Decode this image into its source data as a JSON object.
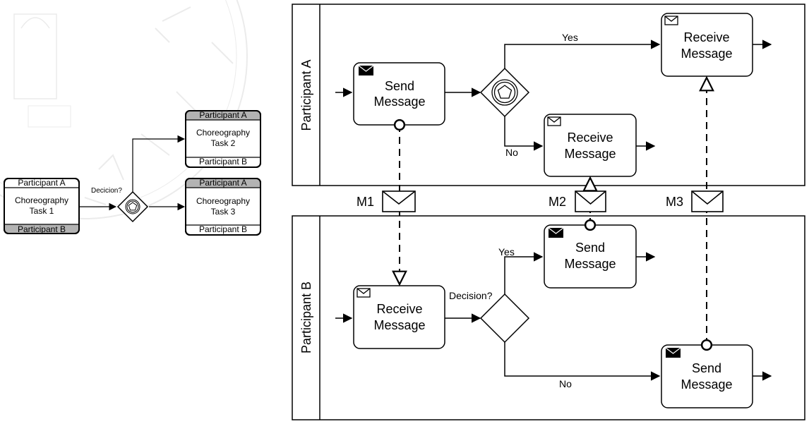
{
  "choreography": {
    "task1": {
      "top": "Participant A",
      "name_line1": "Choreography",
      "name_line2": "Task 1",
      "bottom": "Participant B"
    },
    "task2": {
      "top": "Participant A",
      "name_line1": "Choreography",
      "name_line2": "Task 2",
      "bottom": "Participant B"
    },
    "task3": {
      "top": "Participant A",
      "name_line1": "Choreography",
      "name_line2": "Task 3",
      "bottom": "Participant B"
    },
    "gateway_label": "Decicion?"
  },
  "collaboration": {
    "pool_a": {
      "label": "Participant A",
      "send": {
        "line1": "Send",
        "line2": "Message"
      },
      "receive_yes": {
        "line1": "Receive",
        "line2": "Message"
      },
      "receive_no": {
        "line1": "Receive",
        "line2": "Message"
      },
      "yes_label": "Yes",
      "no_label": "No"
    },
    "pool_b": {
      "label": "Participant B",
      "receive": {
        "line1": "Receive",
        "line2": "Message"
      },
      "send_yes": {
        "line1": "Send",
        "line2": "Message"
      },
      "send_no": {
        "line1": "Send",
        "line2": "Message"
      },
      "decision_label": "Decision?",
      "yes_label": "Yes",
      "no_label": "No"
    },
    "messages": {
      "m1": "M1",
      "m2": "M2",
      "m3": "M3"
    }
  },
  "colors": {
    "stroke": "#000000",
    "band": "#b3b3b3",
    "background": "#ffffff",
    "watermark": "#d9d9d9"
  }
}
